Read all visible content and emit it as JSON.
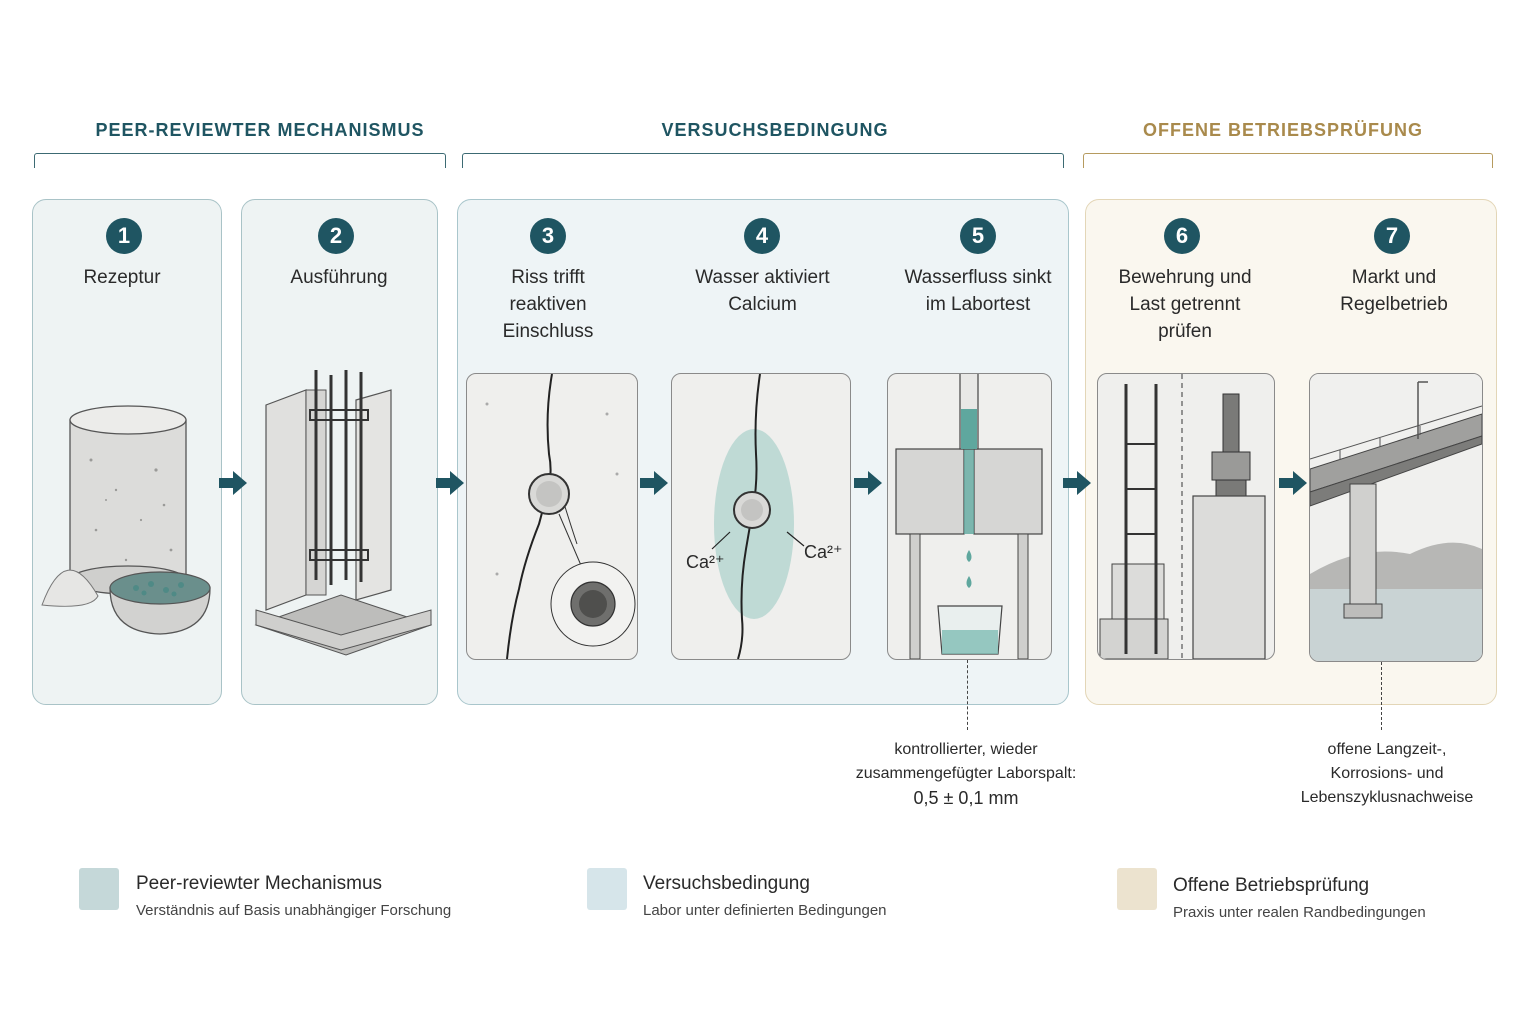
{
  "groups": {
    "peer": {
      "title": "PEER-REVIEWTER MECHANISMUS",
      "color": "#1f5562"
    },
    "versuch": {
      "title": "VERSUCHSBEDINGUNG",
      "color": "#1f5562"
    },
    "offen": {
      "title": "OFFENE BETRIEBSPRÜFUNG",
      "color": "#a98a4c"
    }
  },
  "steps": [
    {
      "number": "1",
      "label": "Rezeptur"
    },
    {
      "number": "2",
      "label": "Ausführung"
    },
    {
      "number": "3",
      "label": "Riss trifft reaktiven Einschluss"
    },
    {
      "number": "4",
      "label": "Wasser aktiviert Calcium"
    },
    {
      "number": "5",
      "label": "Wasserfluss sinkt im Labortest"
    },
    {
      "number": "6",
      "label": "Bewehrung und Last getrennt prüfen"
    },
    {
      "number": "7",
      "label": "Markt und Regelbetrieb"
    }
  ],
  "step4_ions": {
    "left": "Ca²⁺",
    "right": "Ca²⁺"
  },
  "notes": {
    "lab": {
      "line1": "kontrollierter, wieder",
      "line2": "zusammengefügter Laborspalt:",
      "line3": "0,5 ± 0,1 mm"
    },
    "open": {
      "line1": "offene Langzeit-,",
      "line2": "Korrosions- und",
      "line3": "Lebenszyklusnachweise"
    }
  },
  "legend": [
    {
      "title": "Peer-reviewter Mechanismus",
      "subtitle": "Verständnis auf Basis unabhängiger Forschung",
      "color": "#c5d8d9"
    },
    {
      "title": "Versuchsbedingung",
      "subtitle": "Labor unter definierten Bedingungen",
      "color": "#d6e5ea"
    },
    {
      "title": "Offene Betriebsprüfung",
      "subtitle": "Praxis unter realen Randbedingungen",
      "color": "#ece3cf"
    }
  ],
  "colors": {
    "accent": "#1f5562",
    "beige_accent": "#a98a4c",
    "water": "#5fa79e"
  }
}
